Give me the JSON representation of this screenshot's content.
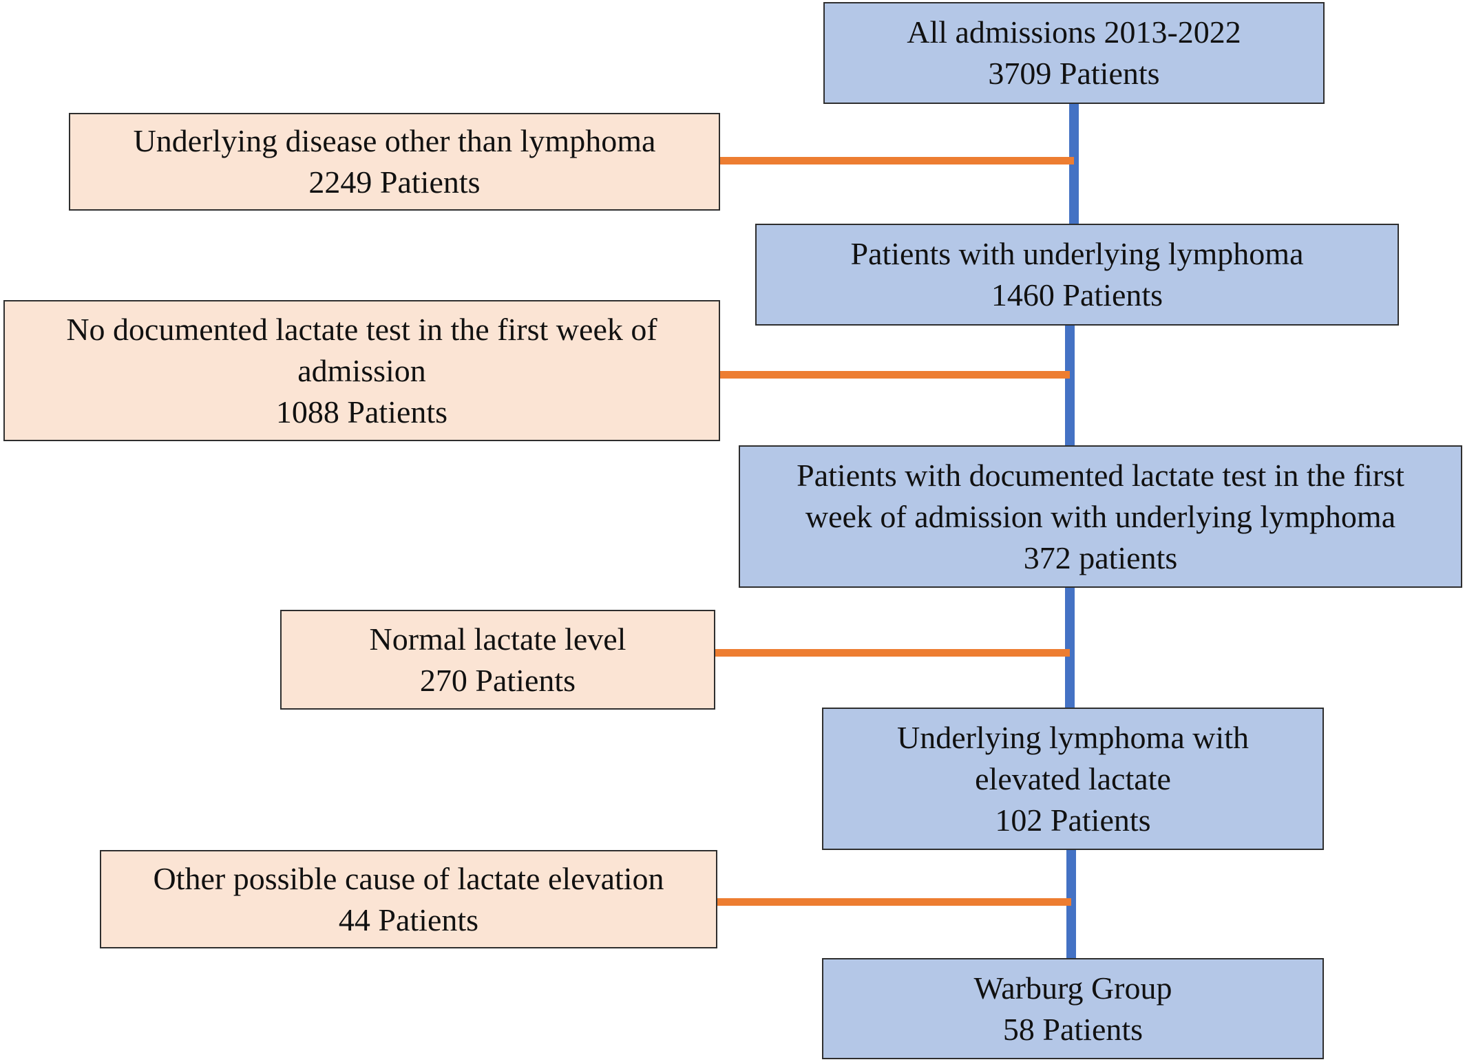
{
  "colors": {
    "main_box_fill": "#b4c7e7",
    "exclusion_box_fill": "#fbe4d4",
    "main_connector": "#4472c4",
    "exclusion_connector": "#ed7d31",
    "border": "#2e2e2e"
  },
  "main_boxes": [
    {
      "lines": [
        "All admissions 2013-2022",
        "3709 Patients"
      ]
    },
    {
      "lines": [
        "Patients with underlying lymphoma",
        "1460 Patients"
      ]
    },
    {
      "lines": [
        "Patients with documented lactate test in the first",
        "week of admission with underlying lymphoma",
        "372 patients"
      ]
    },
    {
      "lines": [
        "Underlying lymphoma with",
        "elevated lactate",
        "102 Patients"
      ]
    },
    {
      "lines": [
        "Warburg Group",
        "58 Patients"
      ]
    }
  ],
  "exclusion_boxes": [
    {
      "lines": [
        "Underlying disease other than lymphoma",
        "2249 Patients"
      ]
    },
    {
      "lines": [
        "No documented lactate test in the first week of",
        "admission",
        "1088 Patients"
      ]
    },
    {
      "lines": [
        "Normal lactate level",
        "270 Patients"
      ]
    },
    {
      "lines": [
        "Other possible cause of lactate elevation",
        "44 Patients"
      ]
    }
  ]
}
